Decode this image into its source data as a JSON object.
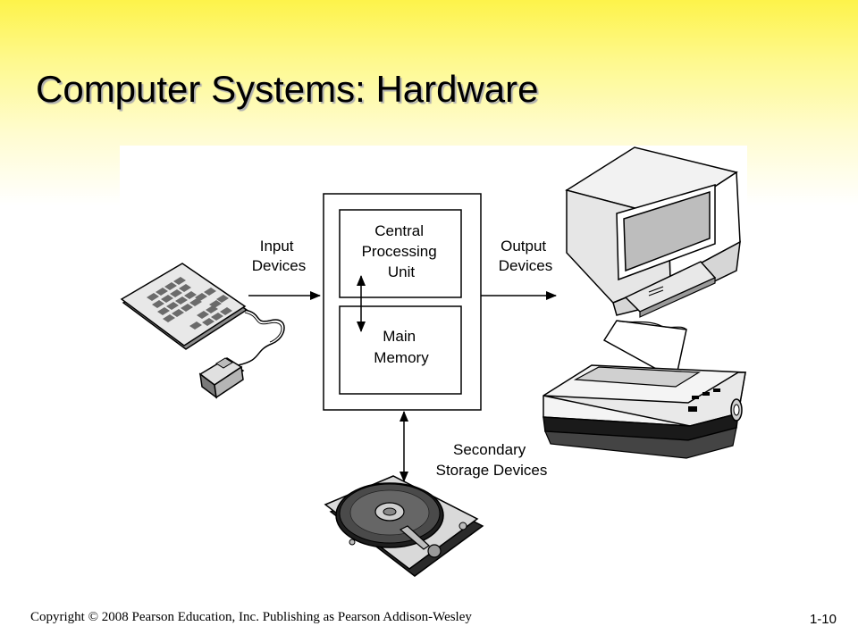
{
  "slide": {
    "title": "Computer Systems: Hardware",
    "copyright": "Copyright © 2008 Pearson Education, Inc. Publishing as Pearson Addison-Wesley",
    "page_number": "1-10"
  },
  "diagram": {
    "input_label": [
      "Input",
      "Devices"
    ],
    "output_label": [
      "Output",
      "Devices"
    ],
    "cpu_label": [
      "Central",
      "Processing",
      "Unit"
    ],
    "memory_label": [
      "Main",
      "Memory"
    ],
    "storage_label": [
      "Secondary",
      "Storage Devices"
    ]
  },
  "colors": {
    "title_gradient_top": "#fdf34a",
    "title_gradient_bottom": "#ffffff",
    "line": "#000000"
  },
  "icons": [
    "keyboard-icon",
    "mouse-icon",
    "monitor-icon",
    "printer-icon",
    "hard-drive-icon"
  ]
}
